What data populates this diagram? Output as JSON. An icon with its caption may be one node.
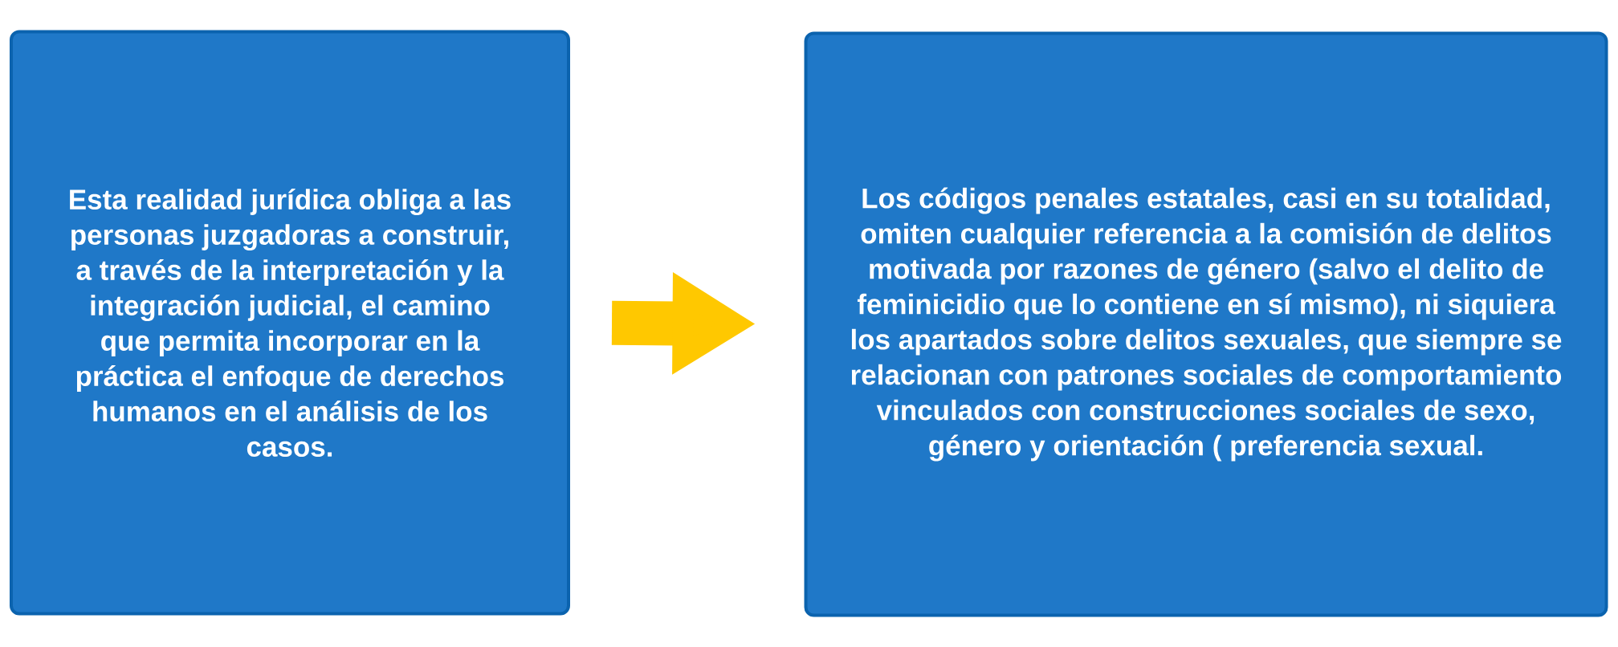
{
  "diagram": {
    "nodes": [
      {
        "text": [
          "Esta realidad jurídica obliga a las personas juzgadoras a construir, a través de la interpretación y la integración judicial, el camino que permita incorporar en la práctica el enfoque de derechos humanos en el análisis de los casos."
        ]
      },
      {
        "text": [
          "Los códigos penales estatales, casi en su totalidad, omiten cualquier referencia a la comisión de delitos motivada por razones de género (salvo el delito de feminicidio que lo contiene en sí mismo), ni siquiera los apartados sobre delitos sexuales, que siempre se relacionan con patrones sociales de comportamiento vinculados con construcciones sociales de sexo, género y orientación ( preferencia sexual."
        ]
      }
    ],
    "edges": [
      {
        "from": 0,
        "to": 1,
        "arrow": "to"
      }
    ]
  }
}
